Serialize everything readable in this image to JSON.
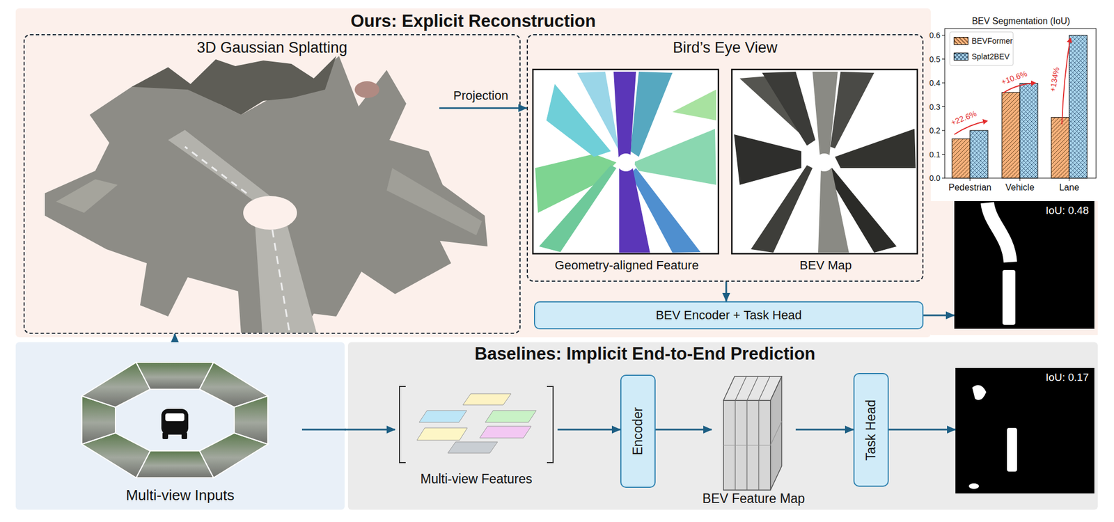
{
  "diagram": {
    "nodes": [
      {
        "text": [
          "Ours: Explicit Reconstruction"
        ]
      },
      {
        "text": [
          "3D Gaussian Splatting"
        ],
        "in": 0
      },
      {
        "text": [
          "Bird’s Eye View"
        ],
        "in": 0
      },
      {
        "text": [
          "Geometry-aligned Feature"
        ],
        "in": 2
      },
      {
        "text": [
          "BEV Map"
        ],
        "in": 2
      },
      {
        "text": [
          "BEV Encoder + Task Head"
        ],
        "in": 0
      },
      {
        "text": [
          "IoU: 0.48"
        ]
      },
      {
        "text": [
          "Multi-view Inputs"
        ]
      },
      {
        "text": [
          "Baselines: Implicit End-to-End Prediction"
        ]
      },
      {
        "text": [
          "Multi-view Features"
        ],
        "in": 8
      },
      {
        "text": [
          "Encoder"
        ],
        "in": 8
      },
      {
        "text": [
          "BEV Feature Map"
        ],
        "in": 8
      },
      {
        "text": [
          "Task Head"
        ],
        "in": 8
      },
      {
        "text": [
          "IoU: 0.17"
        ],
        "in": 8
      }
    ],
    "edges": [
      {
        "from": 1,
        "to": 2,
        "label": "Projection",
        "arrow": "to"
      },
      {
        "from": 2,
        "to": 5,
        "arrow": "to"
      },
      {
        "from": 5,
        "to": 6,
        "arrow": "to"
      },
      {
        "from": 7,
        "to": 1,
        "arrow": "to"
      },
      {
        "from": 7,
        "to": 9,
        "arrow": "to"
      },
      {
        "from": 9,
        "to": 10,
        "arrow": "to"
      },
      {
        "from": 10,
        "to": 11,
        "arrow": "to"
      },
      {
        "from": 11,
        "to": 12,
        "arrow": "to"
      },
      {
        "from": 12,
        "to": 13,
        "arrow": "to"
      }
    ],
    "labels": [
      "BEV Segmentation (IoU)",
      "0.6",
      "0.5",
      "0.4",
      "0.3",
      "0.2",
      "0.1",
      "0.0",
      "Pedestrian",
      "Vehicle",
      "Lane",
      "+22.6%",
      "+10.6%",
      "+134%"
    ],
    "legend": [
      {
        "text": "BEVFormer",
        "color": "#f6b07a"
      },
      {
        "text": "Splat2BEV",
        "color": "#a9d4ec"
      }
    ]
  }
}
